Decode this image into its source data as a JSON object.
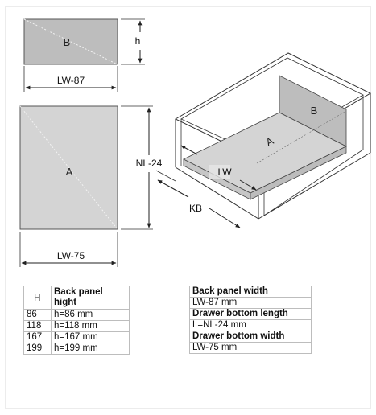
{
  "diagram": {
    "panel_b": {
      "label": "B",
      "height_label": "h",
      "width_label": "LW-87"
    },
    "panel_a": {
      "label": "A",
      "length_label": "NL-24",
      "width_label": "LW-75"
    },
    "drawer": {
      "label_a": "A",
      "label_b": "B",
      "inner_width_label": "LW",
      "outer_depth_label": "KB"
    },
    "colors": {
      "panel_fill": "#d4d4d4",
      "back_panel_fill": "#bdbdbd",
      "line": "#333333"
    }
  },
  "height_table": {
    "col_h": "H",
    "col_label": "Back panel hight",
    "rows": [
      {
        "h": "86",
        "value": "h=86 mm"
      },
      {
        "h": "118",
        "value": "h=118 mm"
      },
      {
        "h": "167",
        "value": "h=167 mm"
      },
      {
        "h": "199",
        "value": "h=199 mm"
      }
    ]
  },
  "spec_table": {
    "rows": [
      {
        "label": "Back panel width",
        "value": "LW-87 mm"
      },
      {
        "label": "Drawer bottom length",
        "value": "L=NL-24 mm"
      },
      {
        "label": "Drawer bottom width",
        "value": "LW-75 mm"
      }
    ]
  }
}
